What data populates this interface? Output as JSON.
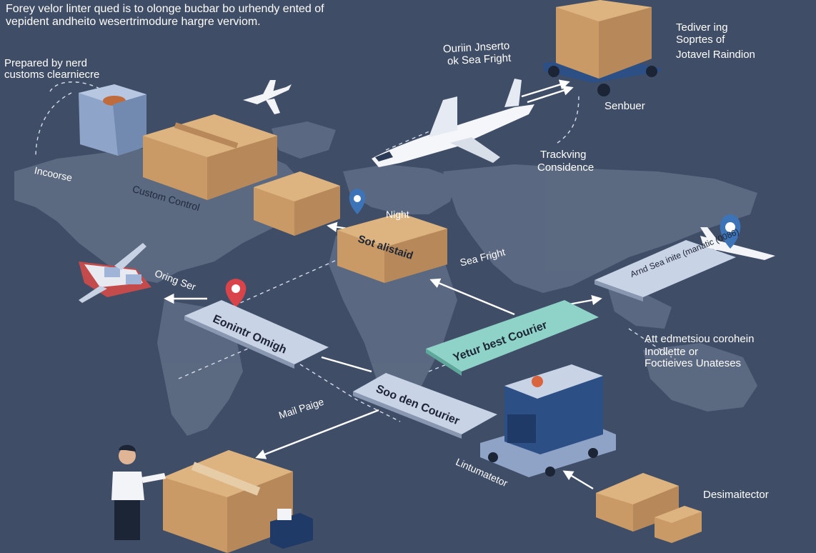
{
  "header": {
    "line1": "Forey velor linter qued is to olonge bucbar bo urhendy ented of",
    "line2": "vepident andheito wesertrimodure hargre verviom."
  },
  "labels": {
    "prepared_line1": "Prepared by nerd",
    "prepared_line2": "customs clearniecre",
    "incoorse": "Incoorse",
    "custom_control": "Custom Control",
    "ocean_line1": "Ouriin Jnserto",
    "ocean_line2": "ok Sea Fright",
    "delivery_line1": "Tediver ing",
    "delivery_line2": "Soprtes of",
    "delivery_line3": "Jotavel Raindion",
    "sender": "Senbuer",
    "tracking_line1": "Trackving",
    "tracking_line2": "Considence",
    "night": "Night",
    "sea_fright": "Sea Fright",
    "oring_ser": "Oring Ser",
    "mail_paige": "Mail Paige",
    "lintumatetor": "Lintumatetor",
    "attention_line1": "Att edmetsiou corohein",
    "attention_line2": "Inodlette or",
    "attention_line3": "Foctieives Unateses",
    "destination": "Desimaitector"
  },
  "plates": {
    "origin": "Eonintr Omigh",
    "set_alistaid": "Sot alistaid",
    "courier_best": "Yetur best Courier",
    "sea_courier": "Soo den Courier",
    "air_sea": "Arnd Sea inite (manatic (0086)"
  },
  "colors": {
    "background": "#3f4d66",
    "map": "#5d6a83",
    "plate": "#c9d3e6",
    "teal_plate": "#8fd3c8",
    "box": "#c89a67",
    "pin_red": "#d9434a",
    "pin_blue": "#3d74b8"
  },
  "icons": [
    "airplane-icon",
    "plane-small-icon",
    "boat-icon",
    "cart-icon",
    "scanner-machine-icon",
    "pin-icon",
    "person-icon",
    "package-icon"
  ]
}
